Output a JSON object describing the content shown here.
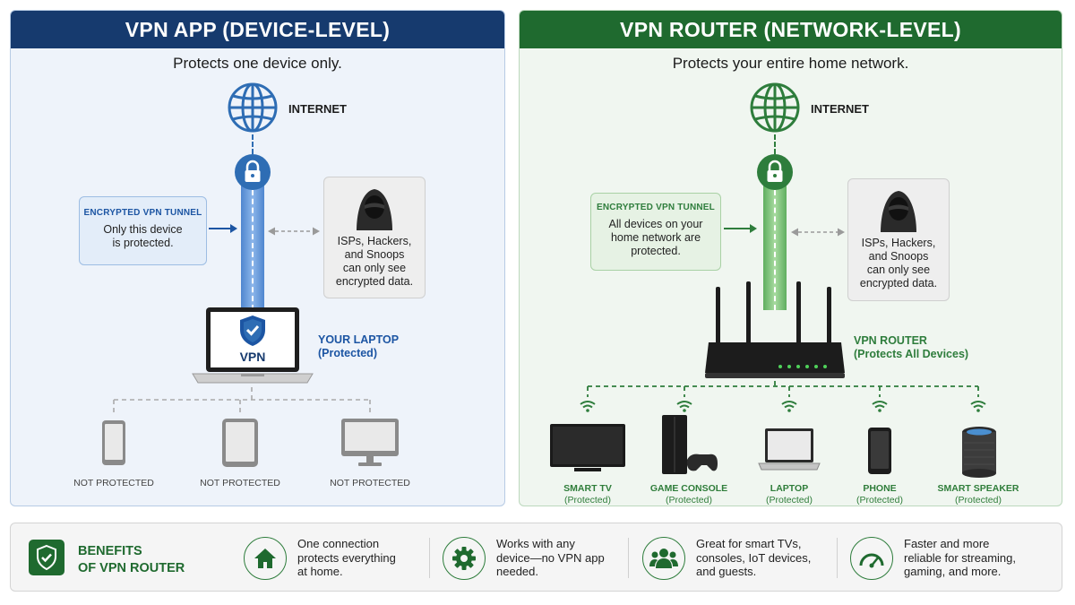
{
  "left": {
    "title": "VPN APP (DEVICE-LEVEL)",
    "subtitle": "Protects one device only.",
    "internet_label": "INTERNET",
    "tunnel": {
      "title": "ENCRYPTED VPN TUNNEL",
      "body_line1": "Only this device",
      "body_line2": "is protected."
    },
    "hacker": {
      "line1": "ISPs, Hackers,",
      "line2": "and Snoops",
      "line3": "can only see",
      "line4": "encrypted data."
    },
    "laptop_screen_text": "VPN",
    "laptop_label_line1": "YOUR LAPTOP",
    "laptop_label_line2": "(Protected)",
    "devices": [
      {
        "label": "NOT PROTECTED",
        "icon": "phone-icon"
      },
      {
        "label": "NOT PROTECTED",
        "icon": "tablet-icon"
      },
      {
        "label": "NOT PROTECTED",
        "icon": "monitor-icon"
      }
    ]
  },
  "right": {
    "title": "VPN ROUTER (NETWORK-LEVEL)",
    "subtitle": "Protects your entire home network.",
    "internet_label": "INTERNET",
    "tunnel": {
      "title": "ENCRYPTED VPN TUNNEL",
      "body_line1": "All devices on your",
      "body_line2": "home network are",
      "body_line3": "protected."
    },
    "hacker": {
      "line1": "ISPs, Hackers,",
      "line2": "and Snoops",
      "line3": "can only see",
      "line4": "encrypted data."
    },
    "router_label_line1": "VPN ROUTER",
    "router_label_line2": "(Protects All Devices)",
    "devices": [
      {
        "name": "SMART TV",
        "status": "(Protected)",
        "icon": "tv-icon"
      },
      {
        "name": "GAME CONSOLE",
        "status": "(Protected)",
        "icon": "game-console-icon"
      },
      {
        "name": "LAPTOP",
        "status": "(Protected)",
        "icon": "laptop-icon"
      },
      {
        "name": "PHONE",
        "status": "(Protected)",
        "icon": "phone-icon"
      },
      {
        "name": "SMART SPEAKER",
        "status": "(Protected)",
        "icon": "smart-speaker-icon"
      }
    ]
  },
  "benefits": {
    "title_line1": "BENEFITS",
    "title_line2": "OF VPN ROUTER",
    "items": [
      {
        "icon": "home-icon",
        "line1": "One connection",
        "line2": "protects everything",
        "line3": "at home."
      },
      {
        "icon": "gear-icon",
        "line1": "Works with any",
        "line2": "device—no VPN app",
        "line3": "needed."
      },
      {
        "icon": "users-icon",
        "line1": "Great for smart TVs,",
        "line2": "consoles, IoT devices,",
        "line3": "and guests."
      },
      {
        "icon": "speedometer-icon",
        "line1": "Faster and more",
        "line2": "reliable for streaming,",
        "line3": "gaming, and more."
      }
    ]
  },
  "colors": {
    "blue_dark": "#163a6e",
    "blue_accent": "#2e6db4",
    "green_dark": "#1f6a2f",
    "green_accent": "#2e7d3c"
  }
}
